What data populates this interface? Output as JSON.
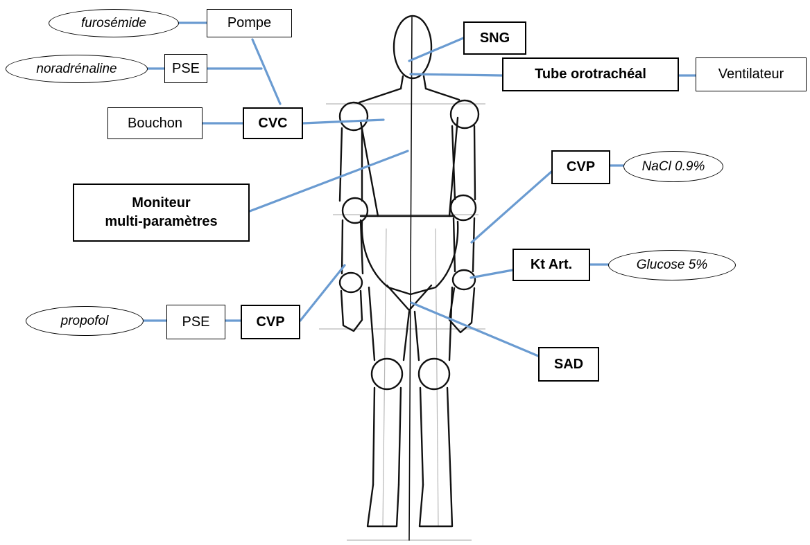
{
  "colors": {
    "connector": "#6a9bd1",
    "sketch": "#111111",
    "guide": "#9a9a9a"
  },
  "labels": {
    "furosemide": "furosémide",
    "pompe": "Pompe",
    "noradrenaline": "noradrénaline",
    "pse_top": "PSE",
    "bouchon": "Bouchon",
    "cvc": "CVC",
    "moniteur_line1": "Moniteur",
    "moniteur_line2": "multi-paramètres",
    "propofol": "propofol",
    "pse_bottom": "PSE",
    "cvp_left": "CVP",
    "sng": "SNG",
    "tube": "Tube orotrachéal",
    "ventilateur": "Ventilateur",
    "cvp_right": "CVP",
    "nacl": "NaCl 0.9%",
    "kt_art": "Kt Art.",
    "glucose": "Glucose 5%",
    "sad": "SAD"
  }
}
